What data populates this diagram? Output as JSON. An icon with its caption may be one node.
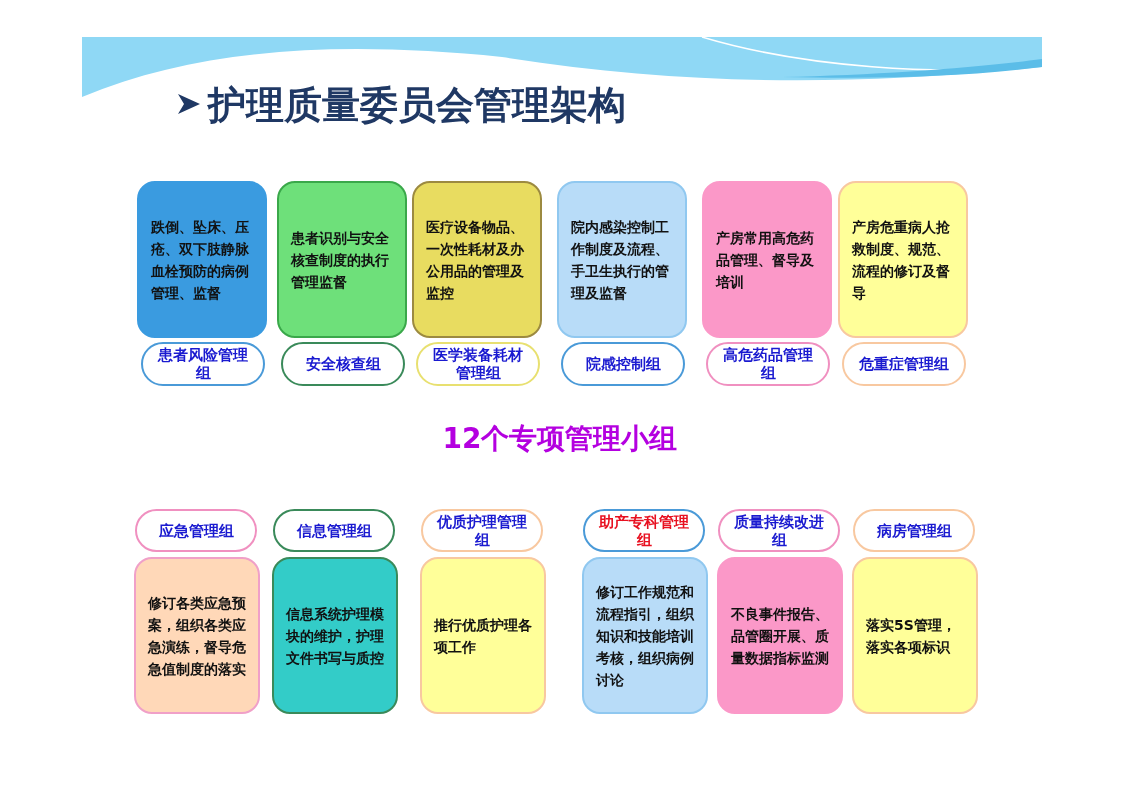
{
  "diagram": {
    "title": "护理质量委员会管理架构",
    "nodes": [
      {
        "text": [
          "跌倒、坠床、压疮、双下肢静脉血栓预防的病例管理、监督"
        ]
      },
      {
        "text": [
          "患者识别与安全核查制度的执行管理监督"
        ]
      },
      {
        "text": [
          "医疗设备物品、一次性耗材及办公用品的管理及监控"
        ]
      },
      {
        "text": [
          "院内感染控制工作制度及流程、手卫生执行的管理及监督"
        ]
      },
      {
        "text": [
          "产房常用高危药品管理、督导及培训"
        ]
      },
      {
        "text": [
          "产房危重病人抢救制度、规范、流程的修订及督导"
        ]
      },
      {
        "text": [
          "患者风险管理组"
        ]
      },
      {
        "text": [
          "安全核查组"
        ]
      },
      {
        "text": [
          "医学装备耗材管理组"
        ]
      },
      {
        "text": [
          "院感控制组"
        ]
      },
      {
        "text": [
          "高危药品管理组"
        ]
      },
      {
        "text": [
          "危重症管理组"
        ]
      },
      {
        "text": [
          "应急管理组"
        ]
      },
      {
        "text": [
          "信息管理组"
        ]
      },
      {
        "text": [
          "优质护理管理组"
        ]
      },
      {
        "text": [
          "助产专科管理组"
        ]
      },
      {
        "text": [
          "质量持续改进组"
        ]
      },
      {
        "text": [
          "病房管理组"
        ]
      },
      {
        "text": [
          "修订各类应急预案，组织各类应急演练，督导危急值制度的落实"
        ]
      },
      {
        "text": [
          "信息系统护理模块的维护，护理文件书写与质控"
        ]
      },
      {
        "text": [
          "推行优质护理各项工作"
        ]
      },
      {
        "text": [
          "修订工作规范和流程指引，组织知识和技能培训考核，组织病例讨论"
        ]
      },
      {
        "text": [
          "不良事件报告、品管圈开展、质量数据指标监测"
        ]
      },
      {
        "text": [
          "落实5S管理，落实各项标识"
        ]
      }
    ],
    "edges": [],
    "labels": [
      "12个专项管理小组"
    ]
  }
}
